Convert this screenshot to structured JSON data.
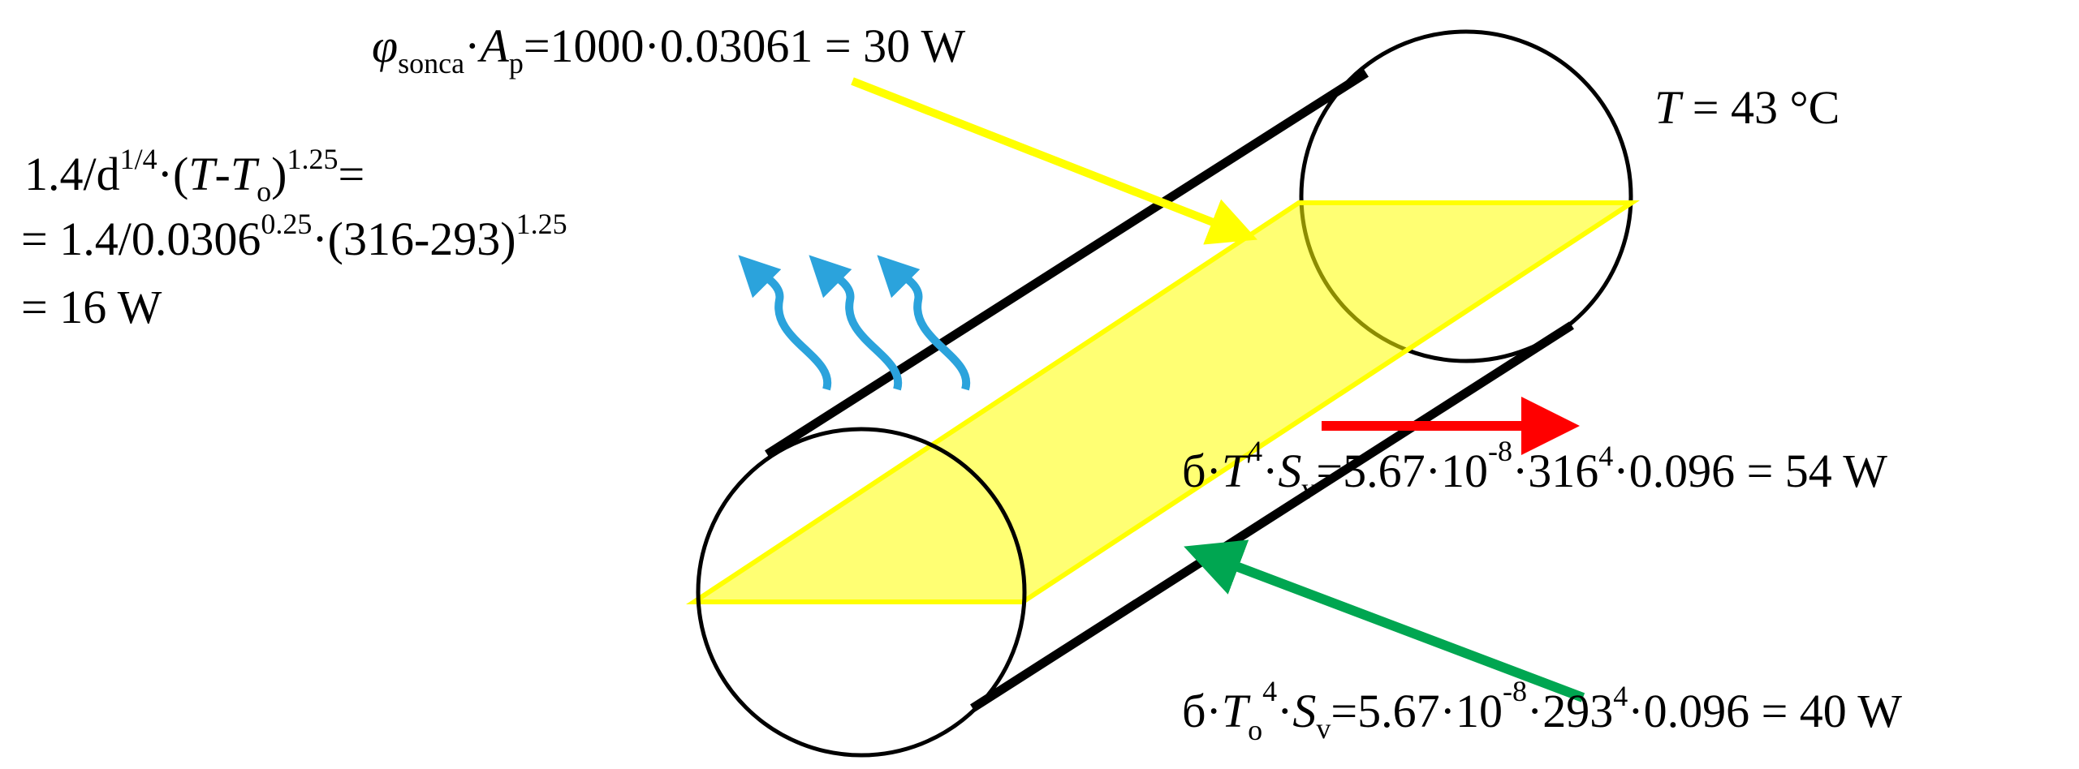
{
  "colors": {
    "outline": "#000000",
    "solar_fill": "#FFFF00",
    "solar_arrow": "#FFFF00",
    "convection_arrows": "#2BA3DC",
    "emission_arrow": "#FF0000",
    "absorption_arrow": "#00A651"
  },
  "icons": {
    "convection": "wavy-up-arrow-icon"
  },
  "solar": {
    "phi": "φ",
    "phi_sub": "sonca",
    "dot": "·",
    "A": "A",
    "A_sub": "p",
    "rest": "=1000·0.03061 = 30 W"
  },
  "temperature": {
    "T": "T",
    "value": " = 43 °C"
  },
  "convection": {
    "l1_a": "1.4/d",
    "l1_sup": "1/4",
    "l1_b": "·(",
    "l1_T": "T",
    "l1_dash": "-",
    "l1_To": "T",
    "l1_To_sub": "o",
    "l1_c": ")",
    "l1_exp": "1.25",
    "l1_eq": "=",
    "l2_a": "= 1.4/0.0306",
    "l2_sup": "0.25",
    "l2_b": "·(316-293)",
    "l2_exp": "1.25",
    "l3": "= 16 W"
  },
  "emission": {
    "sigma": "б·",
    "T": "T",
    "T_exp": "4",
    "dot": "·",
    "S": "S",
    "S_sub": "v",
    "a": "=5.67·10",
    "exp": "-8",
    "b": "·316",
    "b_exp": "4",
    "c": "·0.096 = 54 W"
  },
  "absorption": {
    "sigma": "б·",
    "T": "T",
    "T_sub": "o",
    "T_exp": "4",
    "dot": "·",
    "S": "S",
    "S_sub": "v",
    "a": "=5.67·10",
    "exp": "-8",
    "b": "·293",
    "b_exp": "4",
    "c": "·0.096 = 40 W"
  }
}
